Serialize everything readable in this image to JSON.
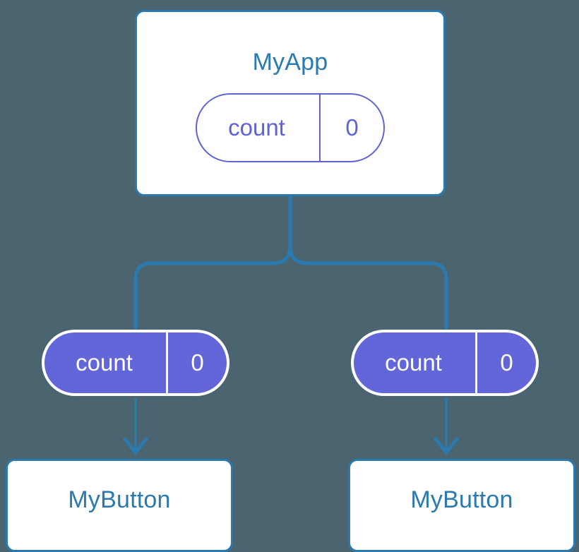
{
  "diagram": {
    "title": "MyApp",
    "background_color": "#4a6570",
    "accent_blue": "#2a7ab0",
    "accent_purple": "#6366d8",
    "outline_purple": "#5f63d6"
  },
  "root": {
    "label": "MyApp",
    "state": {
      "name": "count",
      "value": "0"
    }
  },
  "branches": [
    {
      "state": {
        "name": "count",
        "value": "0"
      },
      "child": {
        "label": "MyButton"
      }
    },
    {
      "state": {
        "name": "count",
        "value": "0"
      },
      "child": {
        "label": "MyButton"
      }
    }
  ]
}
